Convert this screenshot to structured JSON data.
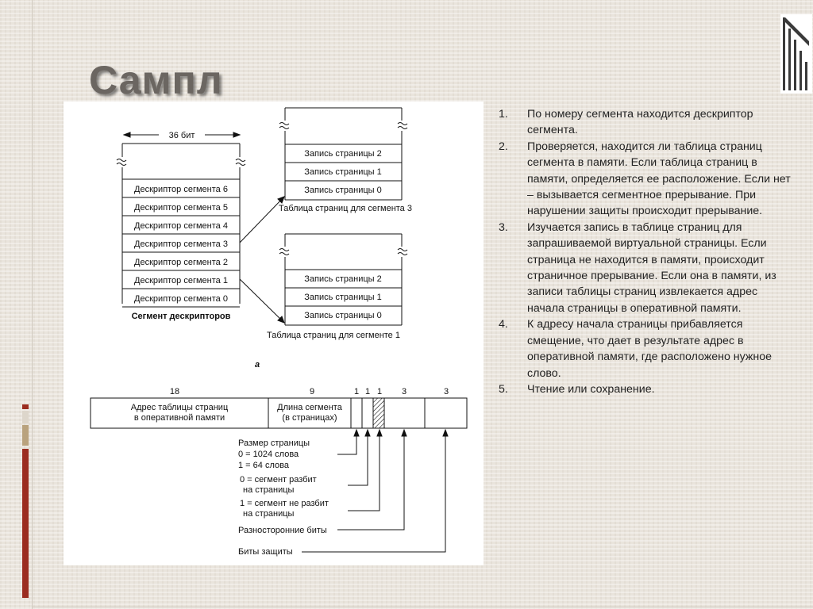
{
  "slide": {
    "title": "Сампл",
    "colors": {
      "background": "#e9e4dc",
      "title": "#6b6661",
      "accent_dark_red": "#9b2d20",
      "accent_tan": "#b9a27d"
    }
  },
  "figure": {
    "part_a": {
      "width_label": "36 бит",
      "descriptors": [
        "Дескриптор сегмента 6",
        "Дескриптор сегмента 5",
        "Дескриптор сегмента 4",
        "Дескриптор сегмента 3",
        "Дескриптор сегмента 2",
        "Дескриптор сегмента 1",
        "Дескриптор сегмента 0"
      ],
      "descriptor_caption": "Сегмент дескрипторов",
      "page_table_3": {
        "entries": [
          "Запись страницы 2",
          "Запись страницы 1",
          "Запись страницы 0"
        ],
        "caption": "Таблица страниц для сегмента 3"
      },
      "page_table_1": {
        "entries": [
          "Запись страницы 2",
          "Запись страницы 1",
          "Запись страницы 0"
        ],
        "caption": "Таблица страниц для сегменте 1"
      },
      "label": "а"
    },
    "part_b": {
      "bit_counts": [
        "18",
        "9",
        "1",
        "1",
        "1",
        "3",
        "3"
      ],
      "field_1": [
        "Адрес таблицы страниц",
        "в оперативной памяти"
      ],
      "field_2": [
        "Длина сегмента",
        "(в страницах)"
      ],
      "annotations": {
        "page_size": [
          "Размер страницы",
          "0 = 1024 слова",
          "1 = 64 слова"
        ],
        "paged_0": [
          "0 = сегмент разбит",
          "на страницы"
        ],
        "paged_1": [
          "1 = сегмент не разбит",
          "на страницы"
        ],
        "misc_bits": "Разносторонние биты",
        "protection_bits": "Биты защиты"
      }
    }
  },
  "steps": [
    {
      "num": "1.",
      "text": "По номеру сегмента находится дескриптор сегмента."
    },
    {
      "num": "2.",
      "text": "Проверяется, находится ли таблица страниц сегмента в памяти. Если таблица страниц в памяти, определяется ее расположение. Если нет – вызывается сегментное прерывание. При нарушении защиты происходит прерывание."
    },
    {
      "num": "3.",
      "text": "Изучается запись в таблице страниц для запрашиваемой виртуальной страницы. Если страница не находится в памяти, происходит страничное прерывание. Если она в памяти, из записи таблицы страниц извлекается адрес начала страницы в оперативной памяти."
    },
    {
      "num": "4.",
      "text": "К адресу начала страницы прибавляется смещение, что дает в результате адрес в оперативной памяти, где расположено нужное слово."
    },
    {
      "num": "5.",
      "text": "Чтение или сохранение."
    }
  ]
}
